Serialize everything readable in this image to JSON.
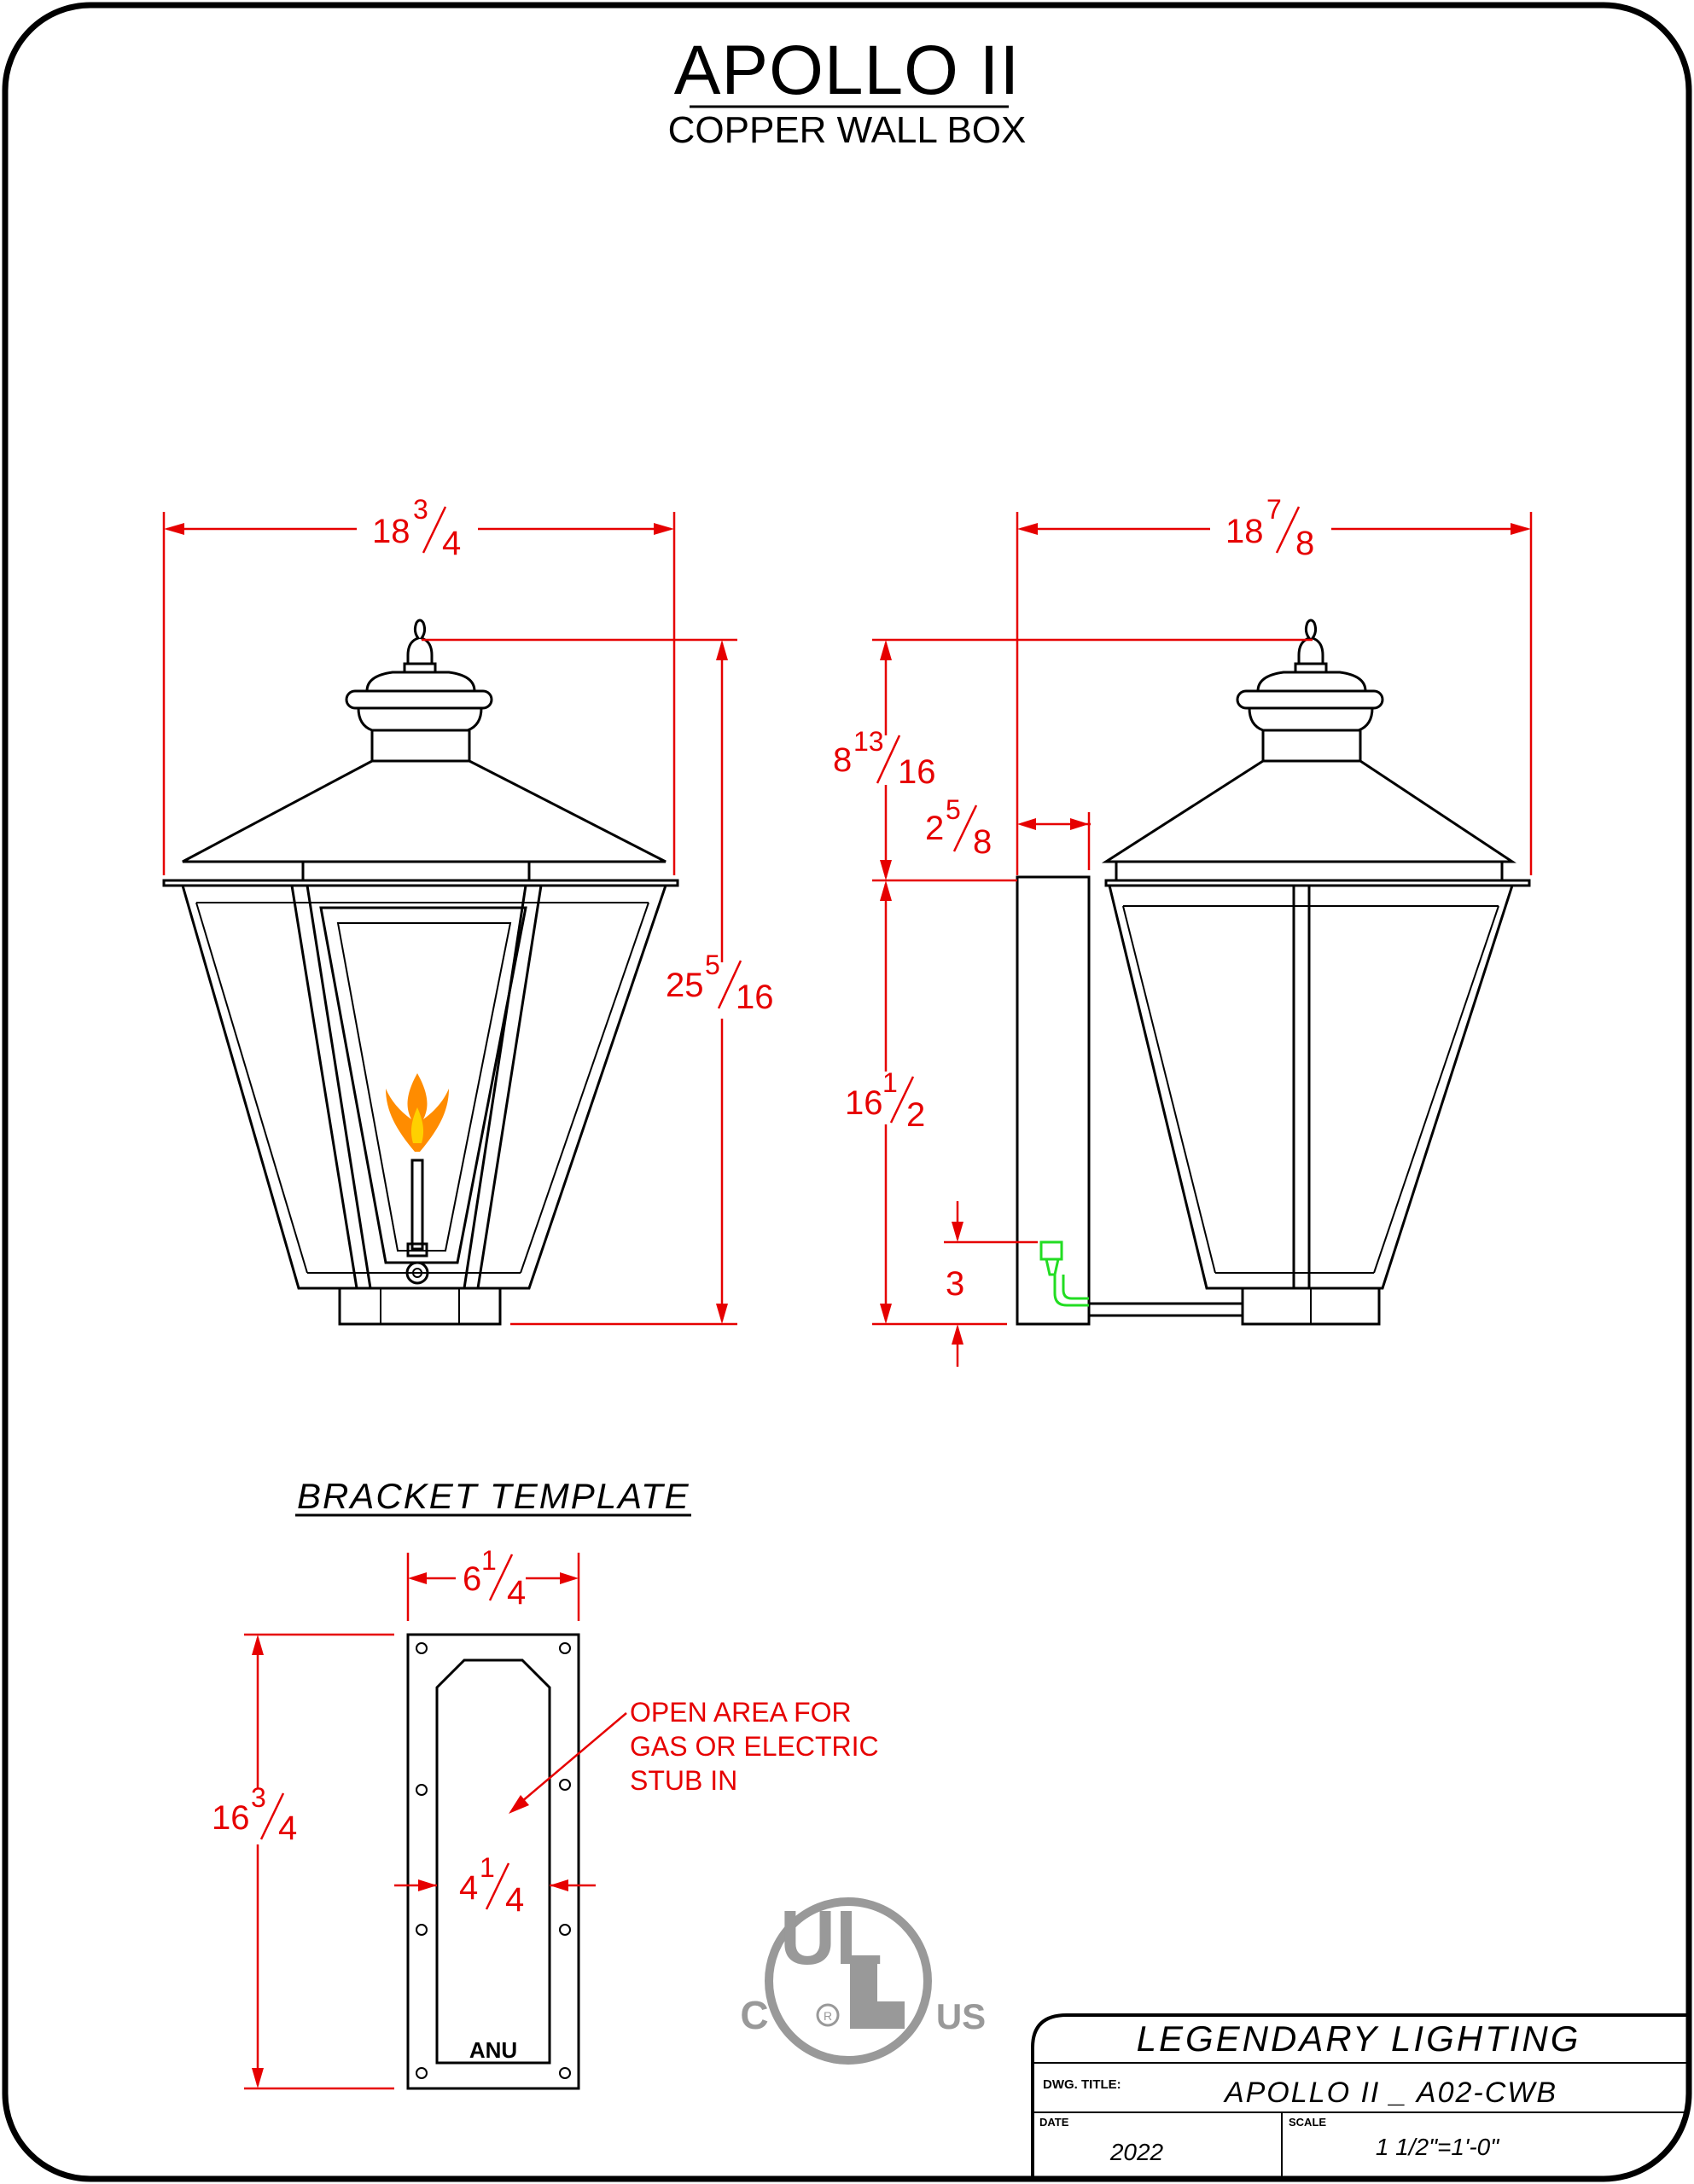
{
  "title": "APOLLO II",
  "subtitle": "COPPER WALL BOX",
  "front_view": {
    "width_dim": {
      "whole": "18",
      "num": "3",
      "den": "4"
    },
    "height_dim": {
      "whole": "25",
      "num": "5",
      "den": "16"
    }
  },
  "side_view": {
    "width_dim": {
      "whole": "18",
      "num": "7",
      "den": "8"
    },
    "top_height_dim": {
      "whole": "8",
      "num": "13",
      "den": "16"
    },
    "offset_dim": {
      "whole": "2",
      "num": "5",
      "den": "8"
    },
    "lower_height_dim": {
      "whole": "16",
      "num": "1",
      "den": "2"
    },
    "stub_height_dim": "3"
  },
  "bracket_template": {
    "heading": "BRACKET TEMPLATE",
    "width_dim": {
      "whole": "6",
      "num": "1",
      "den": "4"
    },
    "height_dim": {
      "whole": "16",
      "num": "3",
      "den": "4"
    },
    "inner_width_dim": {
      "whole": "4",
      "num": "1",
      "den": "4"
    },
    "note_lines": [
      "OPEN AREA FOR",
      "GAS OR ELECTRIC",
      "STUB IN"
    ],
    "stamp": "ANU"
  },
  "ul_mark": {
    "center": "UL",
    "left": "C",
    "right": "US",
    "registered": "R"
  },
  "title_block": {
    "company": "LEGENDARY LIGHTING",
    "dwg_title_label": "DWG. TITLE:",
    "dwg_title": "APOLLO II _ A02-CWB",
    "date_label": "DATE",
    "date": "2022",
    "scale_label": "SCALE",
    "scale": "1 1/2\"=1'-0\""
  },
  "colors": {
    "dimension": "#e60000",
    "flame_outer": "#ff8c00",
    "flame_inner": "#ffd000",
    "gas_fitting": "#22dd22",
    "ul_logo": "#999999"
  }
}
